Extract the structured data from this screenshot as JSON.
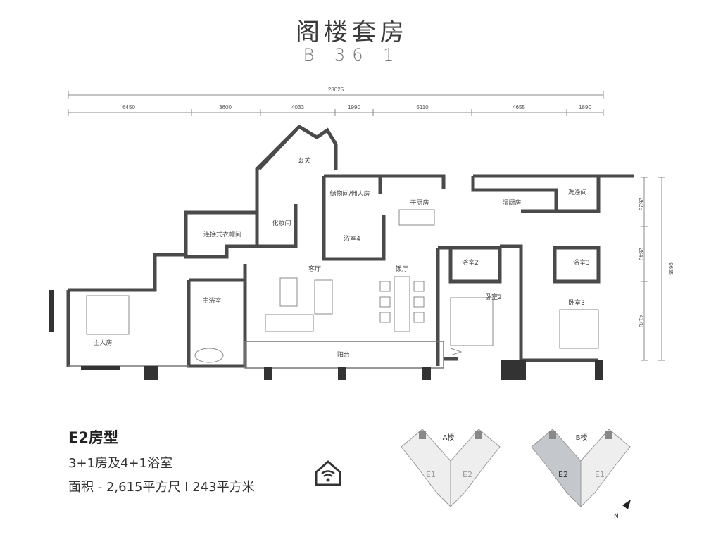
{
  "header": {
    "title": "阁楼套房",
    "unit_code": "B-36-1"
  },
  "dimensions": {
    "total_width": "28025",
    "segments": [
      "6450",
      "3600",
      "4033",
      "1990",
      "5110",
      "4655",
      "1890"
    ],
    "right_segments": [
      "2625",
      "2840",
      "4170"
    ],
    "total_depth": "9635"
  },
  "rooms": {
    "foyer": "玄关",
    "powder_room": "化妆间",
    "store_maid": "储物间/佣人房",
    "dry_kitchen": "干厨房",
    "wet_kitchen": "湿厨房",
    "laundry": "洗涤间",
    "walk_in_wardrobe": "连接式衣帽间",
    "bath4": "浴室4",
    "living": "客厅",
    "dining": "饭厅",
    "bath2": "浴室2",
    "bath3": "浴室3",
    "master_bath": "主浴室",
    "bedroom2": "卧室2",
    "bedroom3": "卧室3",
    "master_bedroom": "主人房",
    "balcony": "阳台"
  },
  "unit_info": {
    "type": "E2房型",
    "rooms_baths": "3+1房及4+1浴室",
    "area": "面积 - 2,615平方尺  I  243平方米"
  },
  "key_plans": {
    "block_a": {
      "label": "A楼",
      "left_unit": "E1",
      "right_unit": "E2"
    },
    "block_b": {
      "label": "B楼",
      "left_unit": "E2",
      "right_unit": "E1"
    },
    "north": "N"
  },
  "icons": {
    "smart_home": "smart-home-wifi-icon"
  }
}
